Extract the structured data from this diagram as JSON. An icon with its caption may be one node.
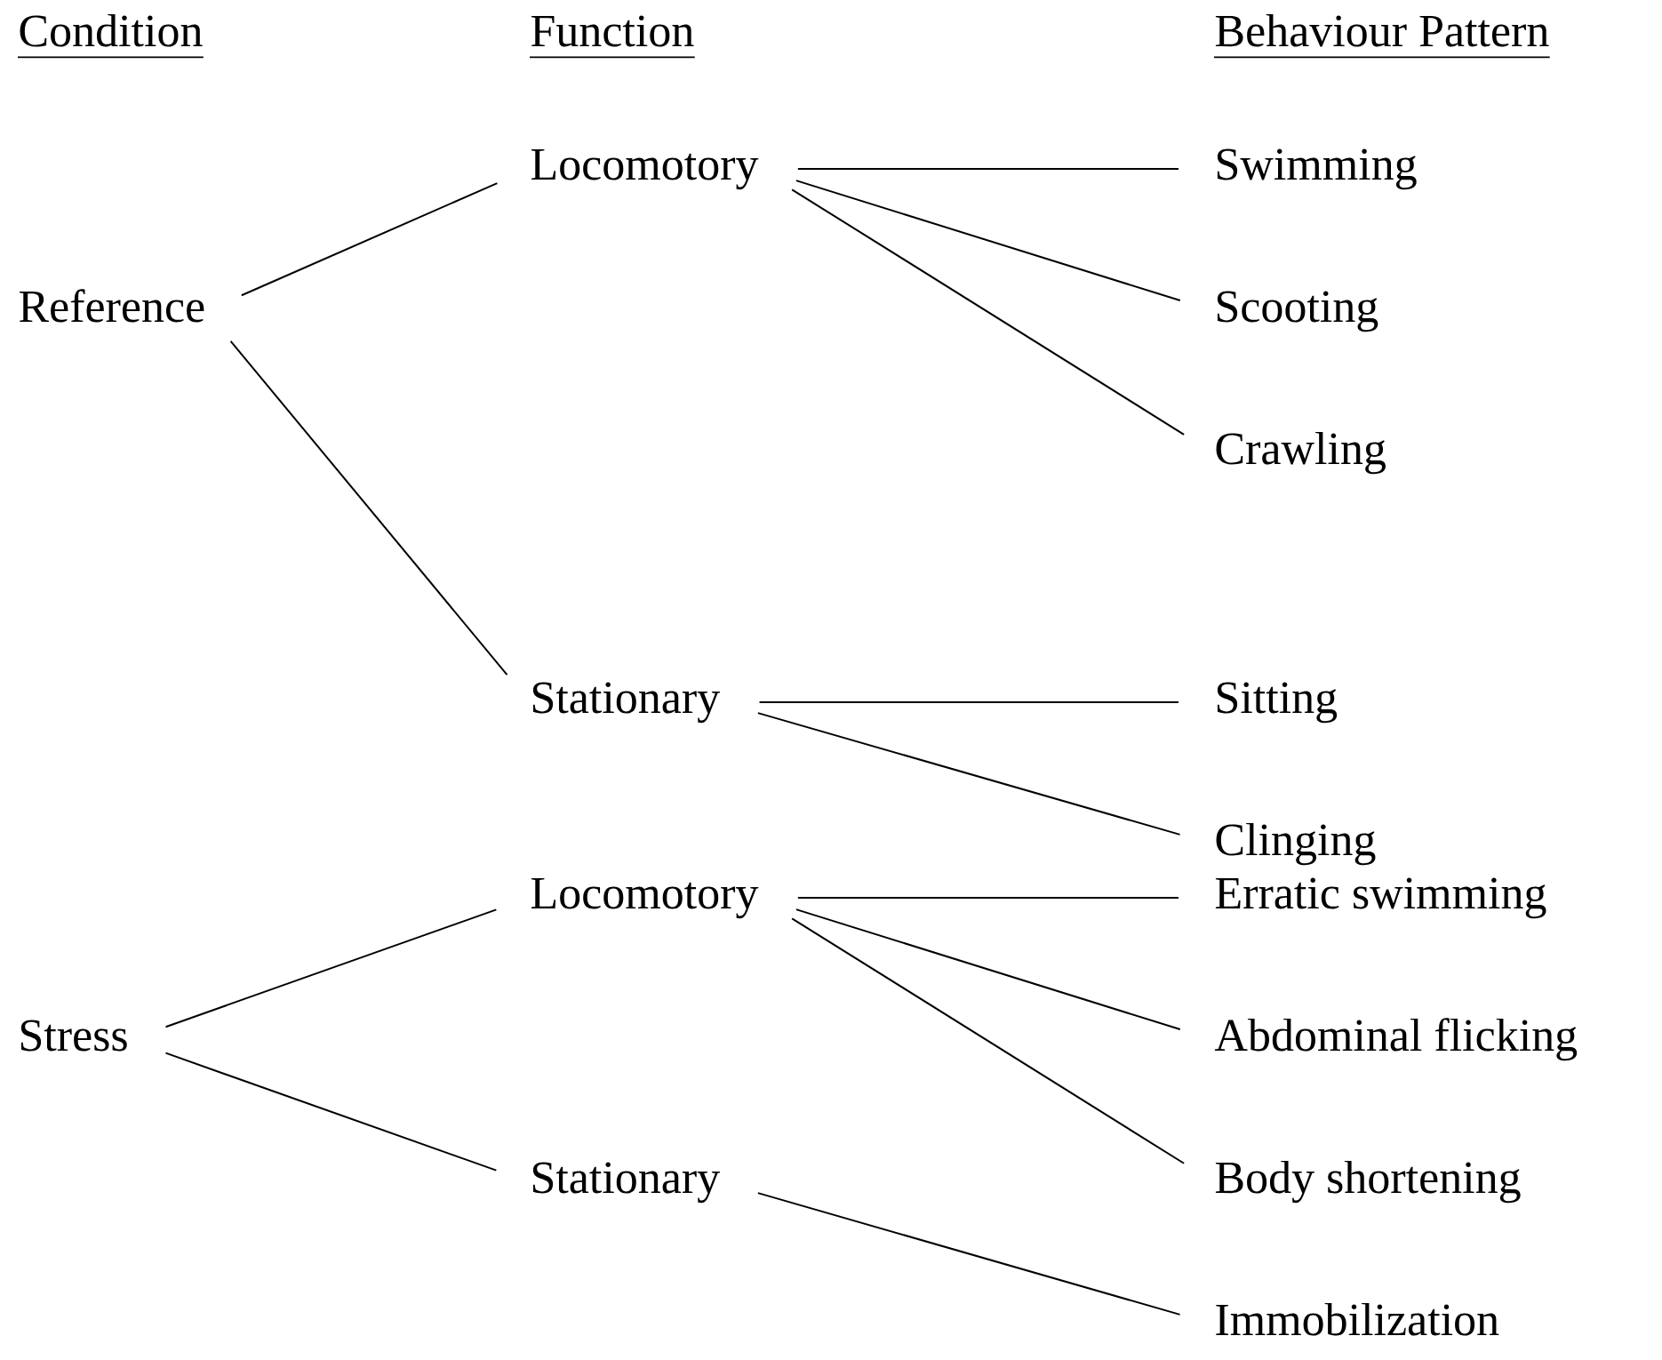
{
  "diagram": {
    "nodes": [
      {
        "text": [
          "Reference"
        ]
      },
      {
        "text": [
          "Locomotory"
        ]
      },
      {
        "text": [
          "Stationary"
        ]
      },
      {
        "text": [
          "Swimming"
        ]
      },
      {
        "text": [
          "Scooting"
        ]
      },
      {
        "text": [
          "Crawling"
        ]
      },
      {
        "text": [
          "Sitting"
        ]
      },
      {
        "text": [
          "Clinging"
        ]
      },
      {
        "text": [
          "Stress"
        ]
      },
      {
        "text": [
          "Locomotory"
        ]
      },
      {
        "text": [
          "Stationary"
        ]
      },
      {
        "text": [
          "Erratic swimming"
        ]
      },
      {
        "text": [
          "Abdominal flicking"
        ]
      },
      {
        "text": [
          "Body shortening"
        ]
      },
      {
        "text": [
          "Immobilization"
        ]
      }
    ],
    "edges": [
      {
        "from": 0,
        "to": 1,
        "arrow": "none"
      },
      {
        "from": 0,
        "to": 2,
        "arrow": "none"
      },
      {
        "from": 1,
        "to": 3,
        "arrow": "none"
      },
      {
        "from": 1,
        "to": 4,
        "arrow": "none"
      },
      {
        "from": 1,
        "to": 5,
        "arrow": "none"
      },
      {
        "from": 2,
        "to": 6,
        "arrow": "none"
      },
      {
        "from": 2,
        "to": 7,
        "arrow": "none"
      },
      {
        "from": 8,
        "to": 9,
        "arrow": "none"
      },
      {
        "from": 8,
        "to": 10,
        "arrow": "none"
      },
      {
        "from": 9,
        "to": 11,
        "arrow": "none"
      },
      {
        "from": 9,
        "to": 12,
        "arrow": "none"
      },
      {
        "from": 9,
        "to": 13,
        "arrow": "none"
      },
      {
        "from": 10,
        "to": 14,
        "arrow": "none"
      }
    ],
    "labels": [
      "Condition",
      "Function",
      "Behaviour Pattern"
    ]
  }
}
